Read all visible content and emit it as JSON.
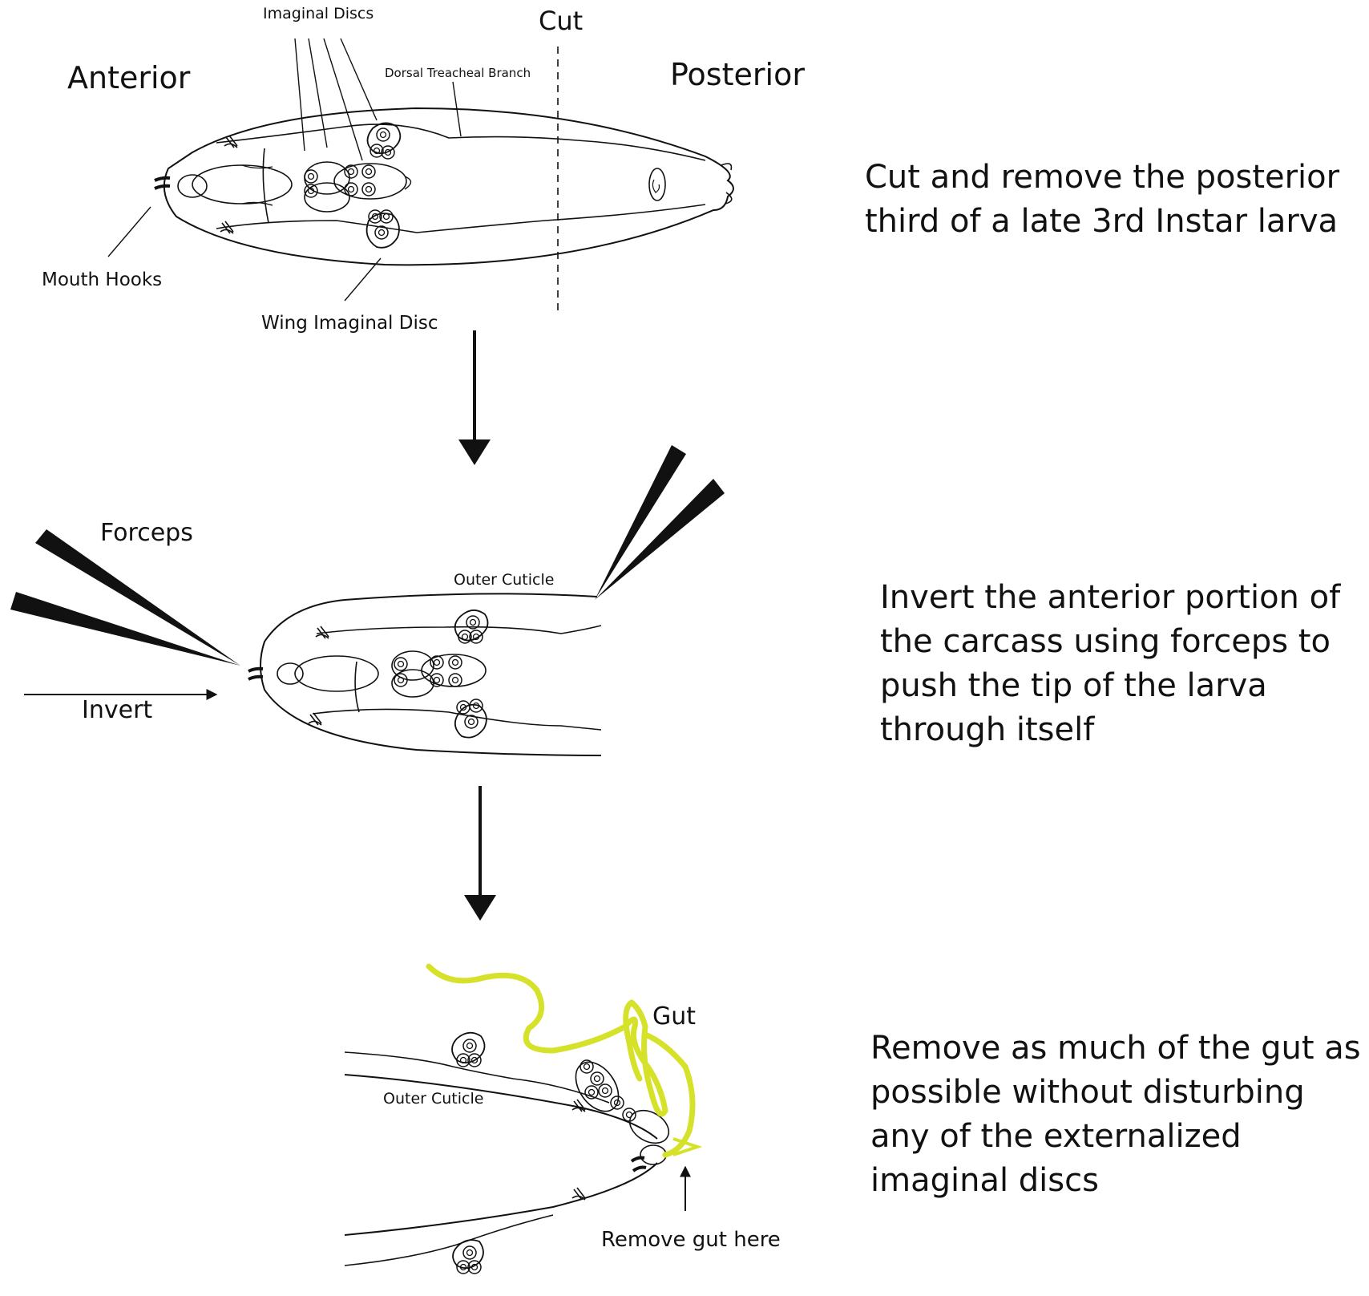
{
  "colors": {
    "ink": "#111111",
    "gut": "#d6e12a"
  },
  "stage1": {
    "imaginal_discs": "Imaginal Discs",
    "cut": "Cut",
    "anterior": "Anterior",
    "posterior": "Posterior",
    "dorsal_branch": "Dorsal Treacheal Branch",
    "mouth_hooks": "Mouth Hooks",
    "wing_disc": "Wing Imaginal Disc",
    "instruction": "Cut and remove the posterior\nthird of a late 3rd Instar larva"
  },
  "stage2": {
    "forceps": "Forceps",
    "invert": "Invert",
    "outer_cuticle": "Outer Cuticle",
    "instruction": "Invert the anterior portion of\nthe carcass using forceps to\npush the tip of the larva\nthrough itself"
  },
  "stage3": {
    "gut": "Gut",
    "outer_cuticle": "Outer Cuticle",
    "remove_gut_here": "Remove gut here",
    "instruction": "Remove as much of the gut as\npossible without disturbing\nany of the externalized\nimaginal discs"
  }
}
